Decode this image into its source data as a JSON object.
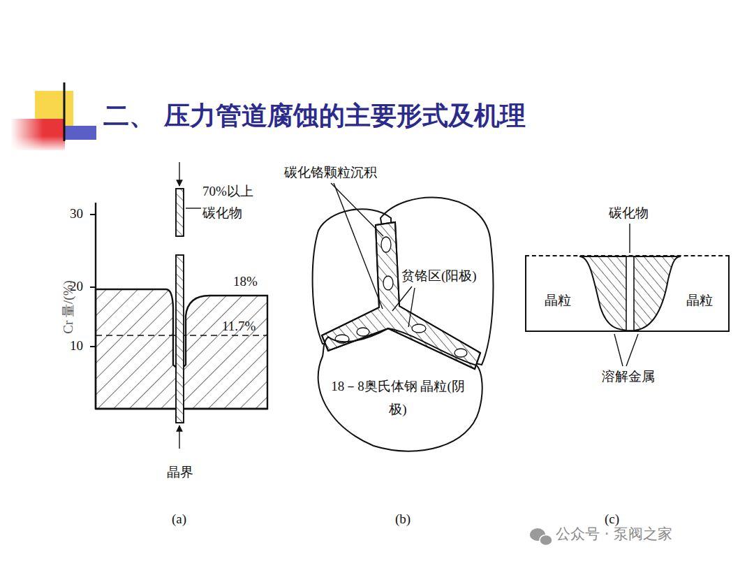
{
  "diagram": {
    "title": "二、 压力管道腐蚀的主要形式及机理",
    "nodes": [
      {
        "text": [
          "18－8奥氏体钢 晶粒(阴极)"
        ]
      },
      {
        "text": [
          "晶粒",
          "晶粒"
        ]
      }
    ],
    "labels": [
      "70%以上 碳化物",
      "30",
      "20",
      "10",
      "Cr 量/(%)",
      "18%",
      "11.7%",
      "晶界",
      "(a)",
      "碳化铬颗粒沉积",
      "贫铬区(阳极)",
      "(b)",
      "碳化物",
      "溶解金属",
      "(c)",
      "公众号 · 泵阀之家"
    ]
  }
}
